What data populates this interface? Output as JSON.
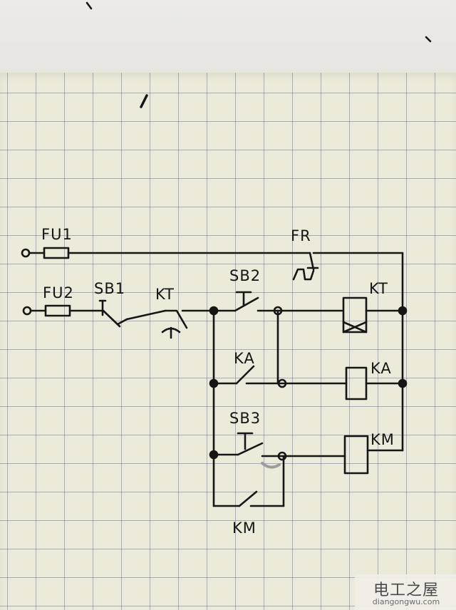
{
  "diagram": {
    "labels": {
      "fu1": "FU1",
      "fu2": "FU2",
      "sb1": "SB1",
      "kt_contact": "KT",
      "fr": "FR",
      "sb2": "SB2",
      "kt_coil": "KT",
      "ka_contact": "KA",
      "ka_coil": "KA",
      "sb3": "SB3",
      "km_coil": "KM",
      "km_contact": "KM"
    },
    "ink_color": "#161616",
    "paper_color": "#ecebd9",
    "grid_color": "#7a7a8c"
  },
  "watermark": {
    "title": "电工之屋",
    "url": "diangongwu.com"
  }
}
